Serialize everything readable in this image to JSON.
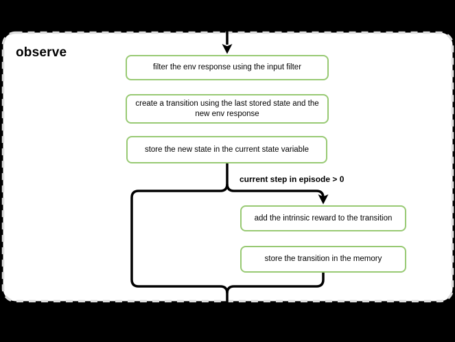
{
  "diagram": {
    "title": "observe",
    "nodes": [
      {
        "id": "filter-env-response",
        "label": "filter the env response using the input filter"
      },
      {
        "id": "create-transition",
        "label": "create a transition using the last stored state and the new env response"
      },
      {
        "id": "store-new-state",
        "label": "store the new state in the current state variable"
      },
      {
        "id": "add-intrinsic-reward",
        "label": "add the intrinsic reward to the transition"
      },
      {
        "id": "store-transition",
        "label": "store the transition in the memory"
      }
    ],
    "branch_label": "current step in episode > 0"
  },
  "colors": {
    "background": "#000000",
    "panel_fill": "#ffffff",
    "panel_dashed_border": "#dddddd",
    "node_border_green": "#97c972",
    "node_fill": "#ffffff",
    "connector": "#000000",
    "text": "#000000"
  }
}
